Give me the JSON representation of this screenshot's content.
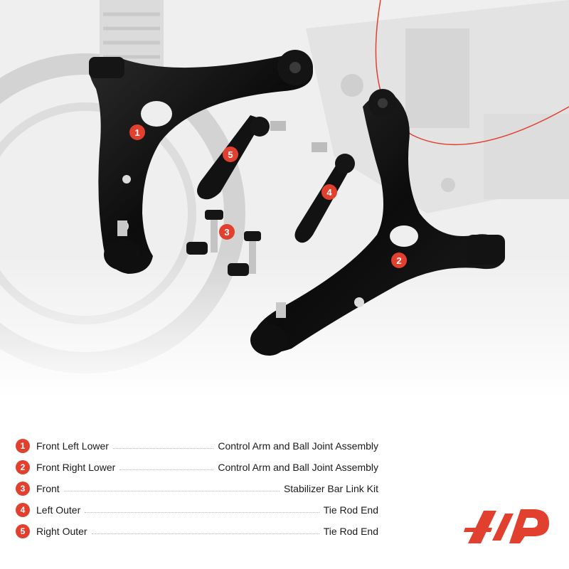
{
  "colors": {
    "accent": "#e2402f",
    "parts": "#111111",
    "background_photo": "#e6e6e6"
  },
  "callouts": [
    "1",
    "2",
    "3",
    "4",
    "5"
  ],
  "legend": [
    {
      "number": "1",
      "position": "Front Left Lower",
      "part": "Control Arm and Ball Joint Assembly"
    },
    {
      "number": "2",
      "position": "Front Right Lower",
      "part": "Control Arm and Ball Joint Assembly"
    },
    {
      "number": "3",
      "position": "Front",
      "part": "Stabilizer Bar Link Kit"
    },
    {
      "number": "4",
      "position": "Left Outer",
      "part": "Tie Rod End"
    },
    {
      "number": "5",
      "position": "Right Outer",
      "part": "Tie Rod End"
    }
  ],
  "logo_icon": "brand-logo-icon"
}
